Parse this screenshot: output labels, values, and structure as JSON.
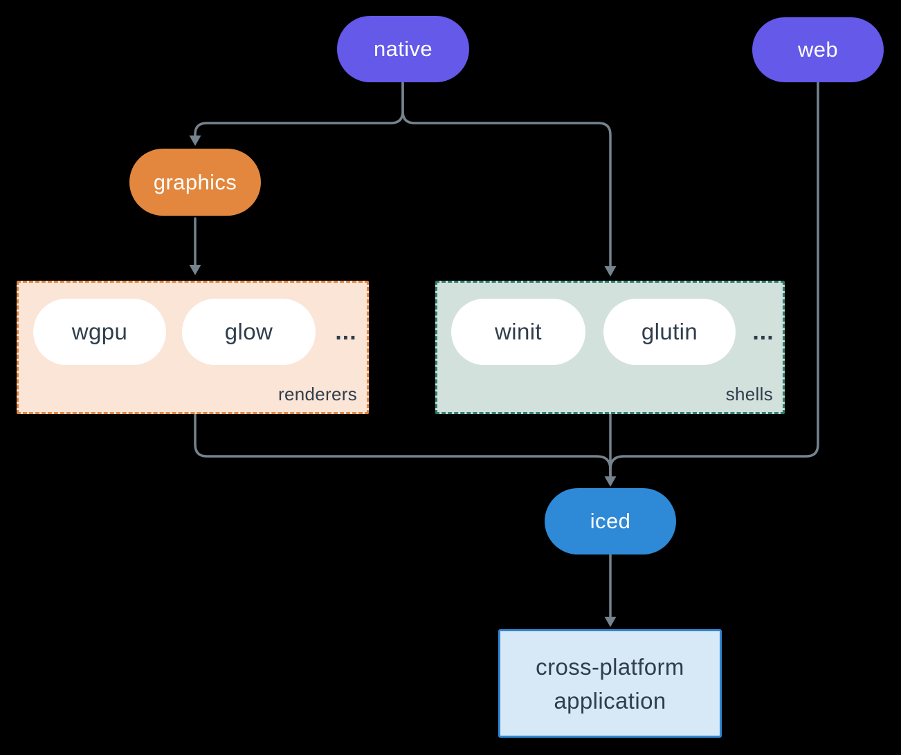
{
  "diagram": {
    "nodes": {
      "native": {
        "label": "native"
      },
      "web": {
        "label": "web"
      },
      "graphics": {
        "label": "graphics"
      },
      "iced": {
        "label": "iced"
      },
      "app": {
        "line1": "cross-platform",
        "line2": "application"
      }
    },
    "groups": {
      "renderers": {
        "label": "renderers",
        "items": [
          "wgpu",
          "glow"
        ],
        "more": "..."
      },
      "shells": {
        "label": "shells",
        "items": [
          "winit",
          "glutin"
        ],
        "more": "..."
      }
    },
    "edges": [
      {
        "from": "native",
        "to": "graphics"
      },
      {
        "from": "native",
        "to": "shells"
      },
      {
        "from": "graphics",
        "to": "renderers"
      },
      {
        "from": "renderers",
        "to": "iced"
      },
      {
        "from": "shells",
        "to": "iced"
      },
      {
        "from": "web",
        "to": "iced"
      },
      {
        "from": "iced",
        "to": "app"
      }
    ],
    "colors": {
      "background": "#000000",
      "node_purple": "#6459E8",
      "node_orange": "#E2873D",
      "node_blue": "#2E89D6",
      "connector": "#75838E",
      "dark_text": "#2F3E4C",
      "renderers_fill": "#FAE5D6",
      "renderers_border": "#E0853E",
      "shells_fill": "#D2E1DB",
      "shells_border": "#2E7E6E",
      "app_fill": "#D7E8F7",
      "app_border": "#3186D2"
    }
  }
}
